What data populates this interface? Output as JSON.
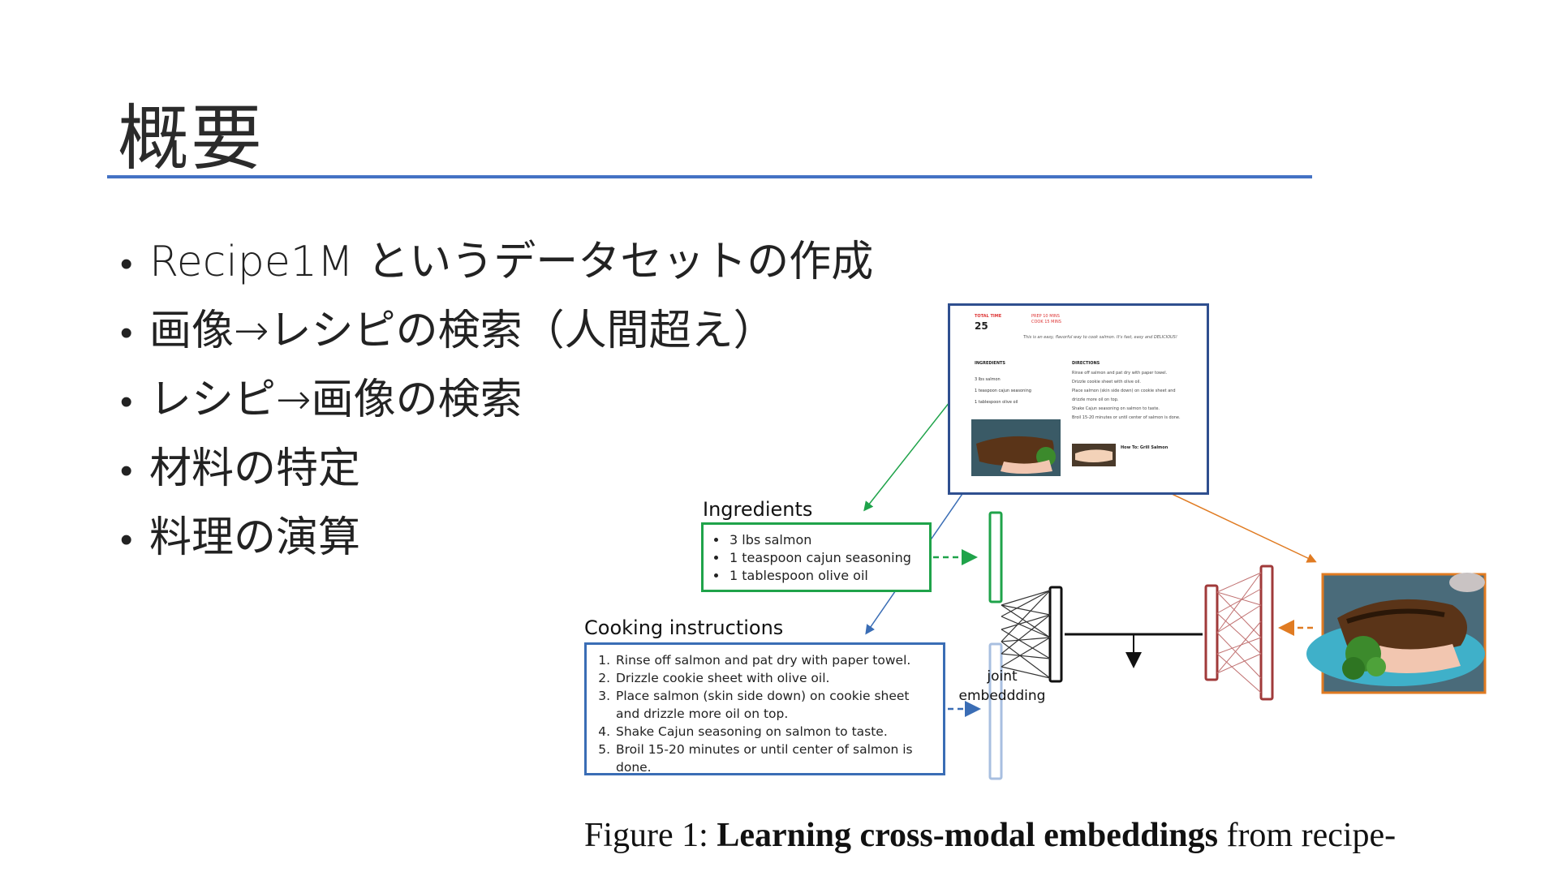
{
  "slide": {
    "title": "概要",
    "accent_color": "#4472c4",
    "bullets": [
      "Recipe1M というデータセットの作成",
      "画像→レシピの検索（人間超え）",
      "レシピ→画像の検索",
      "材料の特定",
      "料理の演算"
    ]
  },
  "figure": {
    "ingredients_label": "Ingredients",
    "ingredients": [
      "3 lbs salmon",
      "1 teaspoon cajun seasoning",
      "1 tablespoon olive oil"
    ],
    "instructions_label": "Cooking instructions",
    "instructions": [
      "Rinse off salmon and pat dry with paper towel.",
      "Drizzle cookie sheet with olive oil.",
      "Place salmon (skin side down) on cookie sheet and drizzle more oil on top.",
      "Shake Cajun seasoning on salmon to taste.",
      "Broil 15-20 minutes or until center of salmon is done."
    ],
    "joint_line1": "joint",
    "joint_line2": "embeddding",
    "caption_prefix": "Figure 1: ",
    "caption_bold": "Learning cross-modal embeddings",
    "caption_suffix": " from recipe-",
    "colors": {
      "ingredients": "#1fa34a",
      "instructions": "#3a6db5",
      "image": "#e07b22",
      "image_encoder": "#a03a3a",
      "recipe_card": "#2f4f8f"
    },
    "recipe_card": {
      "total_time_label": "TOTAL TIME",
      "total_time": "25",
      "prep": "PREP 10 MINS",
      "cook": "COOK 15 MINS",
      "description": "This is an easy, flavorful way to cook salmon. It's fast, easy and DELICIOUS!",
      "ingredients_header": "INGREDIENTS",
      "directions_header": "DIRECTIONS",
      "ingredient_lines": [
        "3 lbs salmon",
        "1 teaspoon cajun seasoning",
        "1 tablespoon olive oil"
      ],
      "direction_lines": [
        "Rinse off salmon and pat dry with paper towel.",
        "Drizzle cookie sheet with olive oil.",
        "Place salmon (skin side down) on cookie sheet and drizzle more oil on top.",
        "Shake Cajun seasoning on salmon to taste.",
        "Broil 15-20 minutes or until center of salmon is done."
      ],
      "video_label": "How To: Grill Salmon"
    }
  }
}
